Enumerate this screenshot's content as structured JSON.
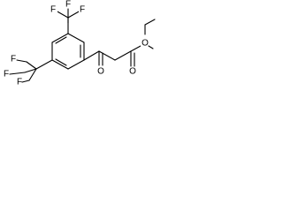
{
  "molecule": {
    "atoms": {
      "f_top_left": "F",
      "f_top_right": "F",
      "f_top_bottom": "F",
      "f_left_top": "F",
      "f_left_left": "F",
      "f_left_bottom": "F",
      "o_ketone": "O",
      "o_ester_carbonyl": "O",
      "o_ester_ether": "O"
    }
  }
}
